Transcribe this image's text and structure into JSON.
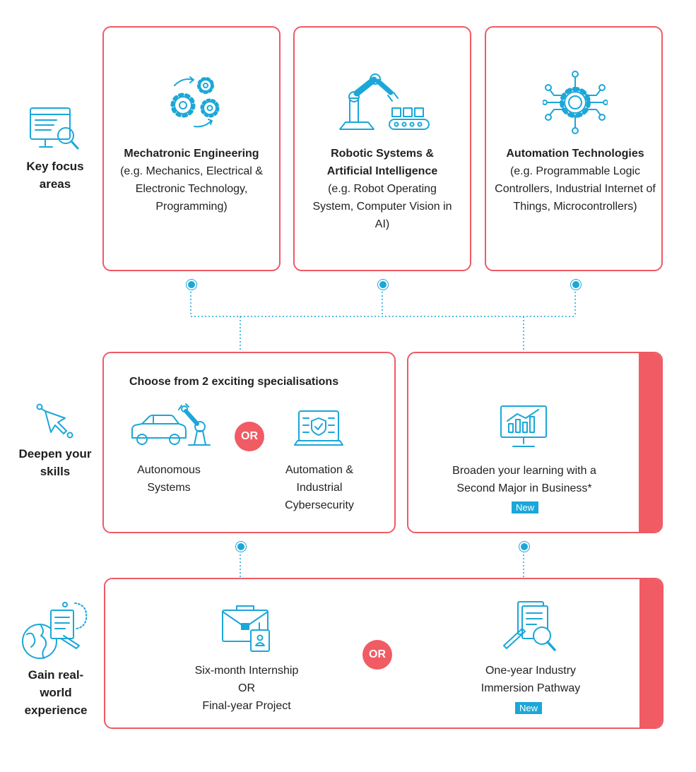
{
  "colors": {
    "accent": "#f15b64",
    "border": "#ee5a65",
    "icon": "#1ba7d8"
  },
  "rows": {
    "key_focus": "Key focus areas",
    "deepen": "Deepen your skills",
    "experience": "Gain real-world experience"
  },
  "focus_areas": [
    {
      "title": "Mechatronic Engineering",
      "desc": "(e.g. Mechanics, Electrical & Electronic Technology, Programming)",
      "icon": "gears-icon"
    },
    {
      "title": "Robotic Systems & Artificial Intelligence",
      "desc": "(e.g. Robot Operating System, Computer Vision in AI)",
      "icon": "robot-arm-icon"
    },
    {
      "title": "Automation Technologies",
      "desc": "(e.g. Programmable Logic Controllers, Industrial Internet of Things, Microcontrollers)",
      "icon": "circuit-gear-icon"
    }
  ],
  "specialisations": {
    "heading": "Choose from 2 exciting specialisations",
    "or_label": "OR",
    "items": [
      {
        "label": "Autonomous Systems",
        "icon": "car-robot-icon"
      },
      {
        "label": "Automation & Industrial Cybersecurity",
        "icon": "laptop-shield-icon"
      }
    ]
  },
  "second_major": {
    "label": "Broaden your learning with a Second Major in Business*",
    "badge": "New",
    "icon": "monitor-chart-icon"
  },
  "experience": {
    "or_label": "OR",
    "internship": {
      "line1": "Six-month Internship",
      "line2": "OR",
      "line3": "Final-year Project",
      "icon": "briefcase-badge-icon"
    },
    "immersion": {
      "label": "One-year Industry Immersion Pathway",
      "badge": "New",
      "icon": "document-magnifier-icon"
    }
  }
}
